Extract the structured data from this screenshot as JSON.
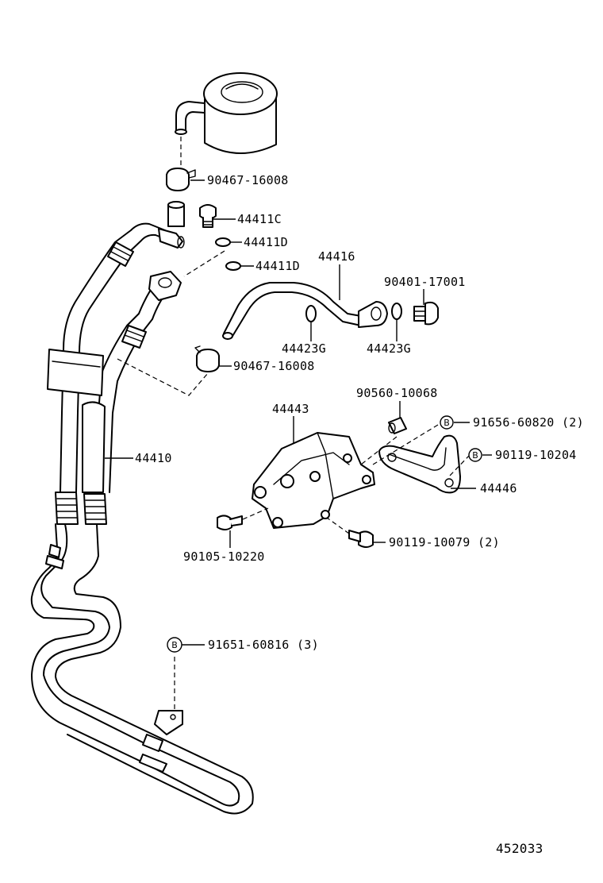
{
  "diagram": {
    "figure_number": "452033",
    "badge_letter": "B",
    "parts": [
      {
        "id": "p1",
        "number": "90467-16008"
      },
      {
        "id": "p2",
        "number": "44411C"
      },
      {
        "id": "p3",
        "number": "44411D"
      },
      {
        "id": "p4",
        "number": "44411D"
      },
      {
        "id": "p5",
        "number": "44416"
      },
      {
        "id": "p6",
        "number": "90401-17001"
      },
      {
        "id": "p7",
        "number": "44423G"
      },
      {
        "id": "p8",
        "number": "44423G"
      },
      {
        "id": "p9",
        "number": "90467-16008"
      },
      {
        "id": "p10",
        "number": "90560-10068"
      },
      {
        "id": "p11",
        "number": "44443"
      },
      {
        "id": "p12",
        "number": "91656-60820 (2)"
      },
      {
        "id": "p13",
        "number": "44410"
      },
      {
        "id": "p14",
        "number": "90119-10204"
      },
      {
        "id": "p15",
        "number": "44446"
      },
      {
        "id": "p16",
        "number": "90119-10079 (2)"
      },
      {
        "id": "p17",
        "number": "90105-10220"
      },
      {
        "id": "p18",
        "number": "91651-60816 (3)"
      }
    ]
  }
}
